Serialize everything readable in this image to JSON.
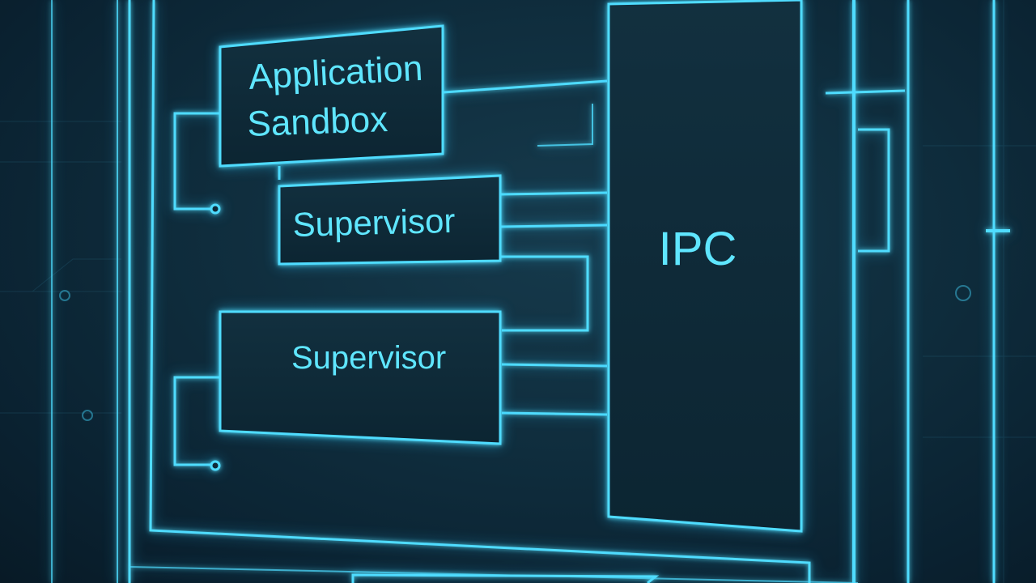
{
  "diagram": {
    "nodes": {
      "application_sandbox": {
        "line1": "Application",
        "line2": "Sandbox"
      },
      "supervisor_top": {
        "label": "Supervisor"
      },
      "supervisor_bottom": {
        "label": "Supervisor"
      },
      "ipc": {
        "label": "IPC"
      }
    }
  },
  "colors": {
    "line": "#4fdcff",
    "text": "#5fe6ff",
    "box_fill": "#0f2a38",
    "background": "#0f2d3d"
  }
}
